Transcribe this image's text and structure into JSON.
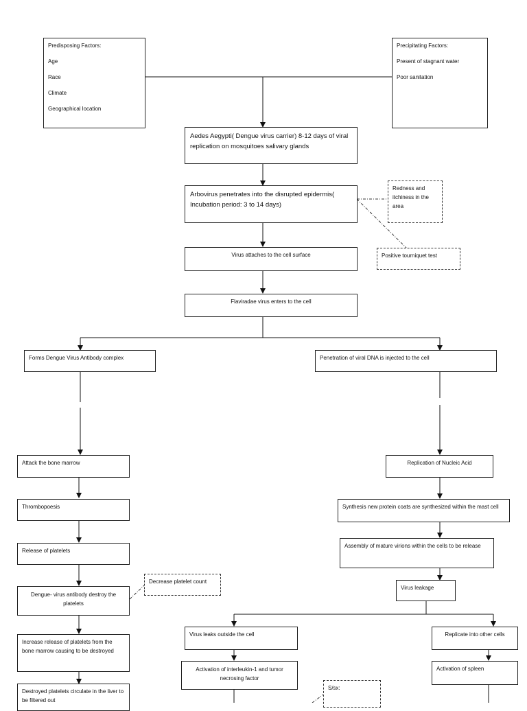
{
  "predisposing": {
    "title": "Predisposing Factors:",
    "items": [
      "Age",
      "Race",
      "Climate",
      "Geographical location"
    ]
  },
  "precipitating": {
    "title": "Precipitating Factors:",
    "items": [
      "Present of stagnant water",
      "Poor sanitation"
    ]
  },
  "main_flow": [
    "Aedes Aegypti( Dengue virus carrier) 8-12 days of viral replication on mosquitoes salivary glands",
    "Arbovirus penetrates into the disrupted epidermis( Incubation period: 3 to 14 days)",
    "Virus attaches to the cell surface",
    "Flaviradae virus enters to the cell"
  ],
  "side_notes": {
    "redness": "Redness and itchiness in the area",
    "tourniquet": "Positive tourniquet test",
    "platelet": "Decrease platelet count",
    "ssx": "S/sx:"
  },
  "left_branch": [
    "Forms Dengue Virus Antibody complex",
    "Attack the bone marrow",
    "Thrombopoesis",
    "Release of platelets",
    "Dengue- virus antibody destroy the platelets",
    "Increase release of platelets from the bone marrow causing to be destroyed",
    "Destroyed platelets circulate in the liver to be filtered out"
  ],
  "right_branch": [
    "Penetration of viral DNA is injected to the cell",
    "Replication of Nucleic Acid",
    "Synthesis new protein coats are synthesized within the mast cell",
    "Assembly of mature virions within the cells to be release",
    "Virus leakage"
  ],
  "bottom_branch": [
    "Virus leaks outside the cell",
    "Activation of interleukin-1 and tumor necrosing factor",
    "Replicate into other cells",
    "Activation of spleen"
  ]
}
